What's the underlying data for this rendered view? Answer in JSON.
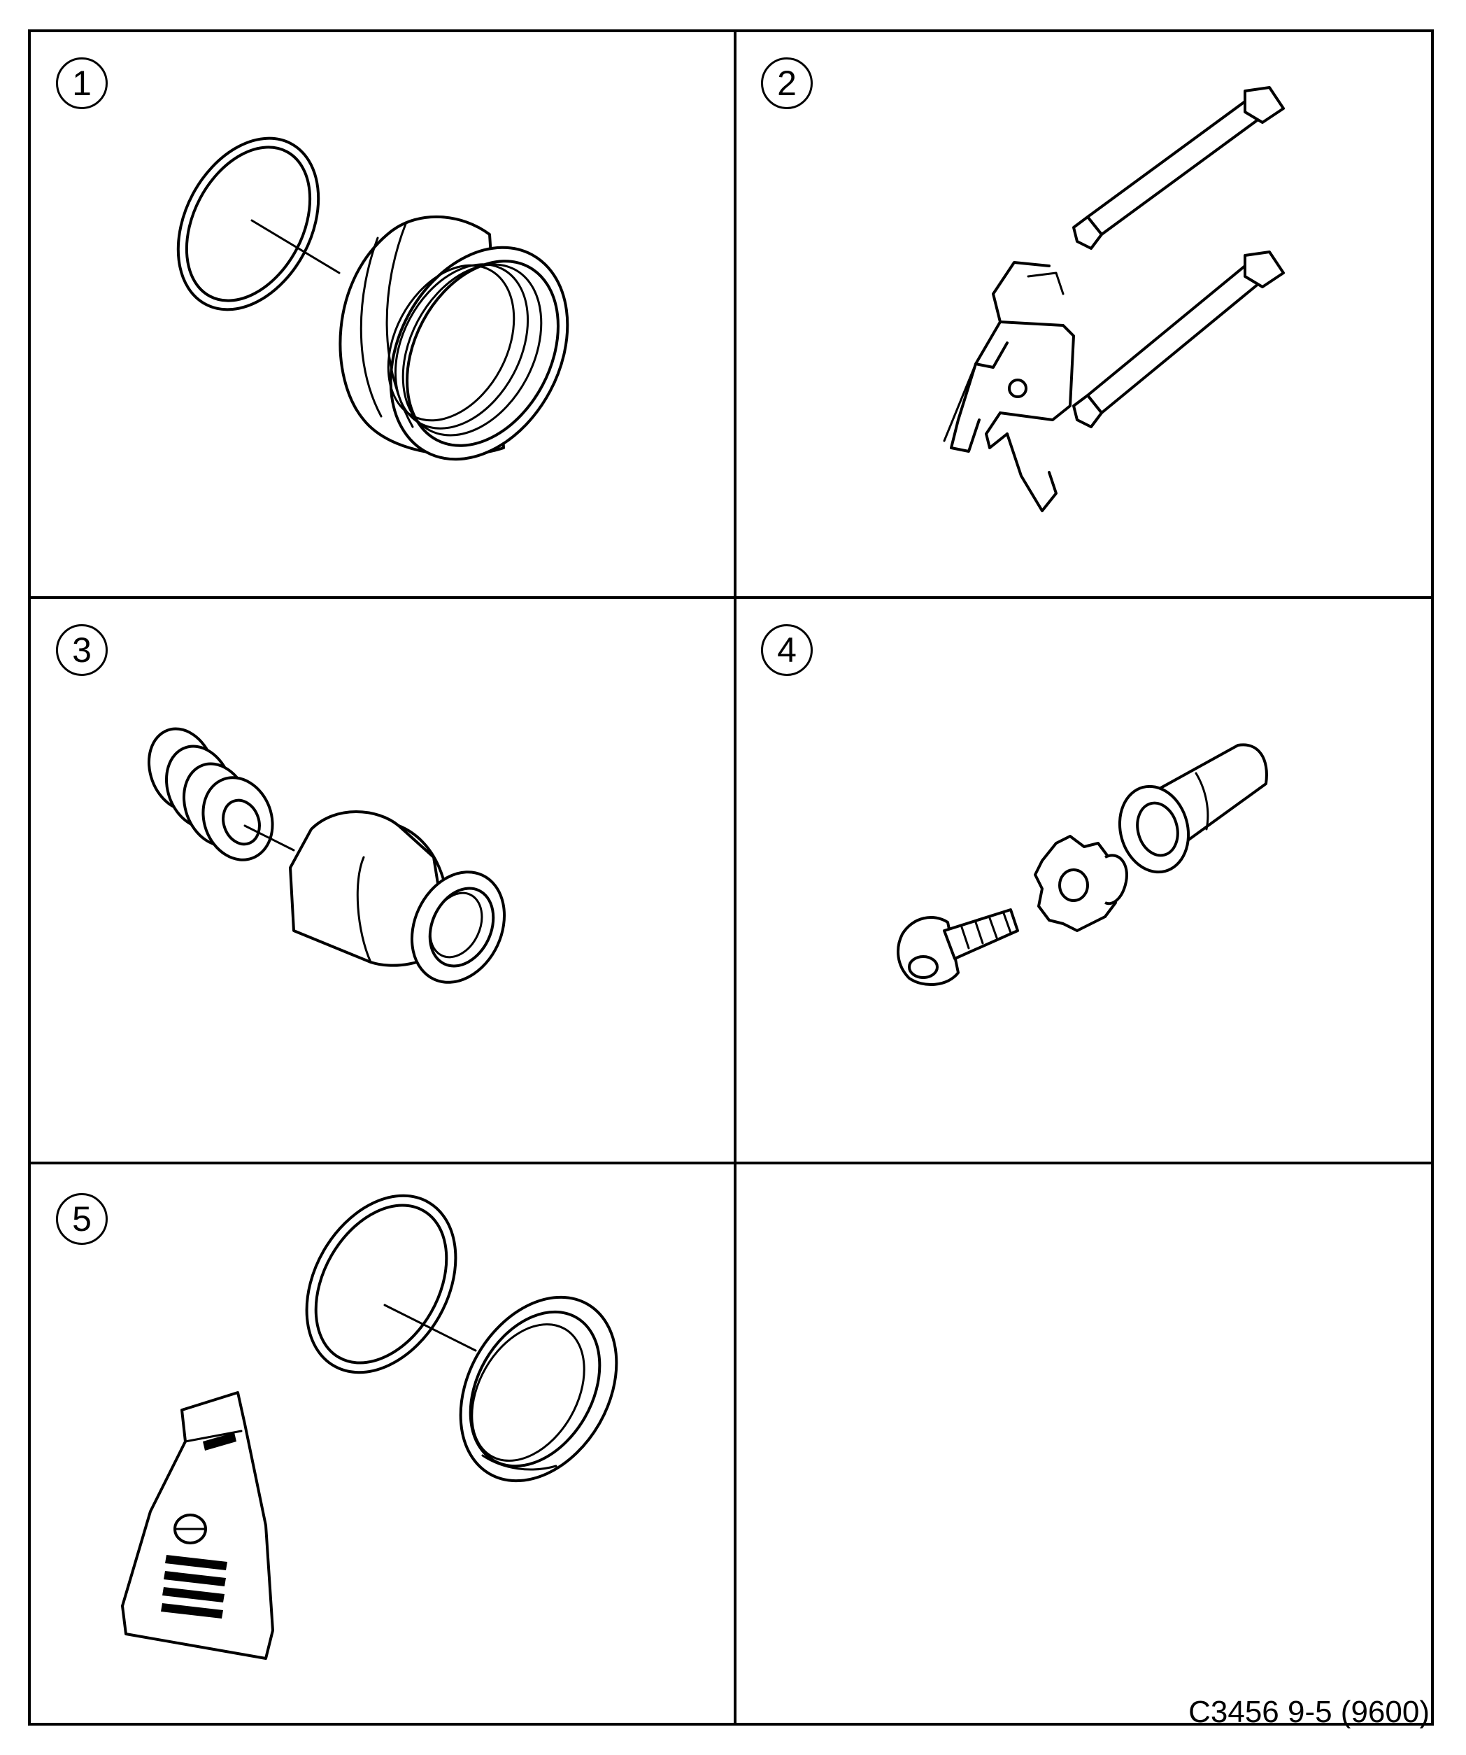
{
  "panels": [
    {
      "number": "1"
    },
    {
      "number": "2"
    },
    {
      "number": "3"
    },
    {
      "number": "4"
    },
    {
      "number": "5"
    }
  ],
  "figure_code": "C3456 9-5 (9600)"
}
